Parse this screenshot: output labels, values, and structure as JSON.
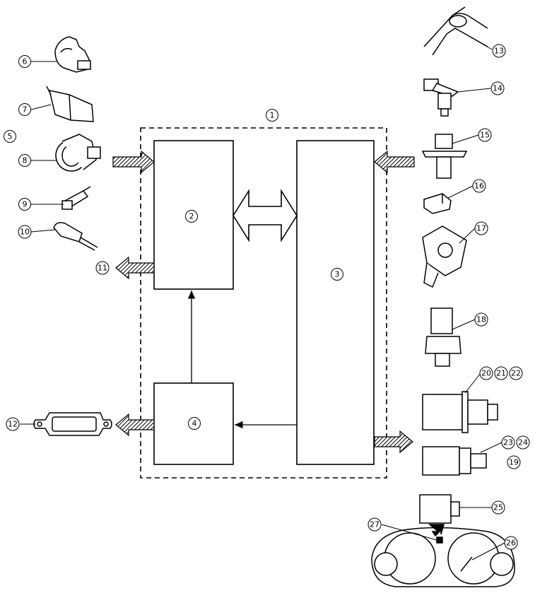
{
  "labels": {
    "n1": "1",
    "n2": "2",
    "n3": "3",
    "n4": "4",
    "n5": "5",
    "n6": "6",
    "n7": "7",
    "n8": "8",
    "n9": "9",
    "n10": "10",
    "n11": "11",
    "n12": "12",
    "n13": "13",
    "n14": "14",
    "n15": "15",
    "n16": "16",
    "n17": "17",
    "n18": "18",
    "n19": "19",
    "n20": "20",
    "n21": "21",
    "n22": "22",
    "n23": "23",
    "n24": "24",
    "n25": "25",
    "n26": "26",
    "n27": "27"
  },
  "colors": {
    "line": "#000000",
    "background": "#ffffff"
  }
}
